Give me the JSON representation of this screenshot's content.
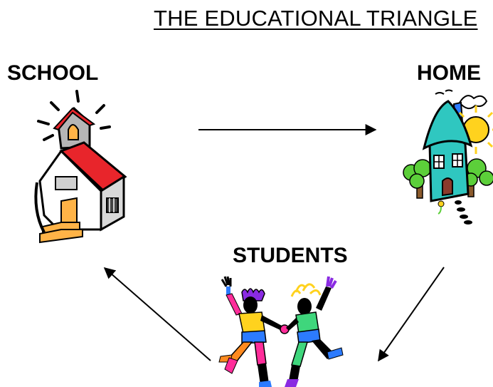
{
  "title": "THE EDUCATIONAL TRIANGLE",
  "nodes": {
    "school": "SCHOOL",
    "home": "HOME",
    "students": "STUDENTS"
  },
  "icons": {
    "school": "schoolhouse-icon",
    "home": "house-icon",
    "students": "dancing-children-icon"
  },
  "colors": {
    "roof_red": "#e8252b",
    "house_teal": "#2fc7c0",
    "sun_yellow": "#ffd21e",
    "tree_green": "#5ccf3a",
    "kid_orange": "#ff8a1f",
    "kid_pink": "#ff2d9a",
    "kid_green": "#3fd67c",
    "kid_purple": "#8a2be2",
    "kid_blue": "#2c7bff"
  },
  "edges": [
    {
      "from": "school",
      "to": "home"
    },
    {
      "from": "home",
      "to": "students"
    },
    {
      "from": "students",
      "to": "school"
    }
  ]
}
